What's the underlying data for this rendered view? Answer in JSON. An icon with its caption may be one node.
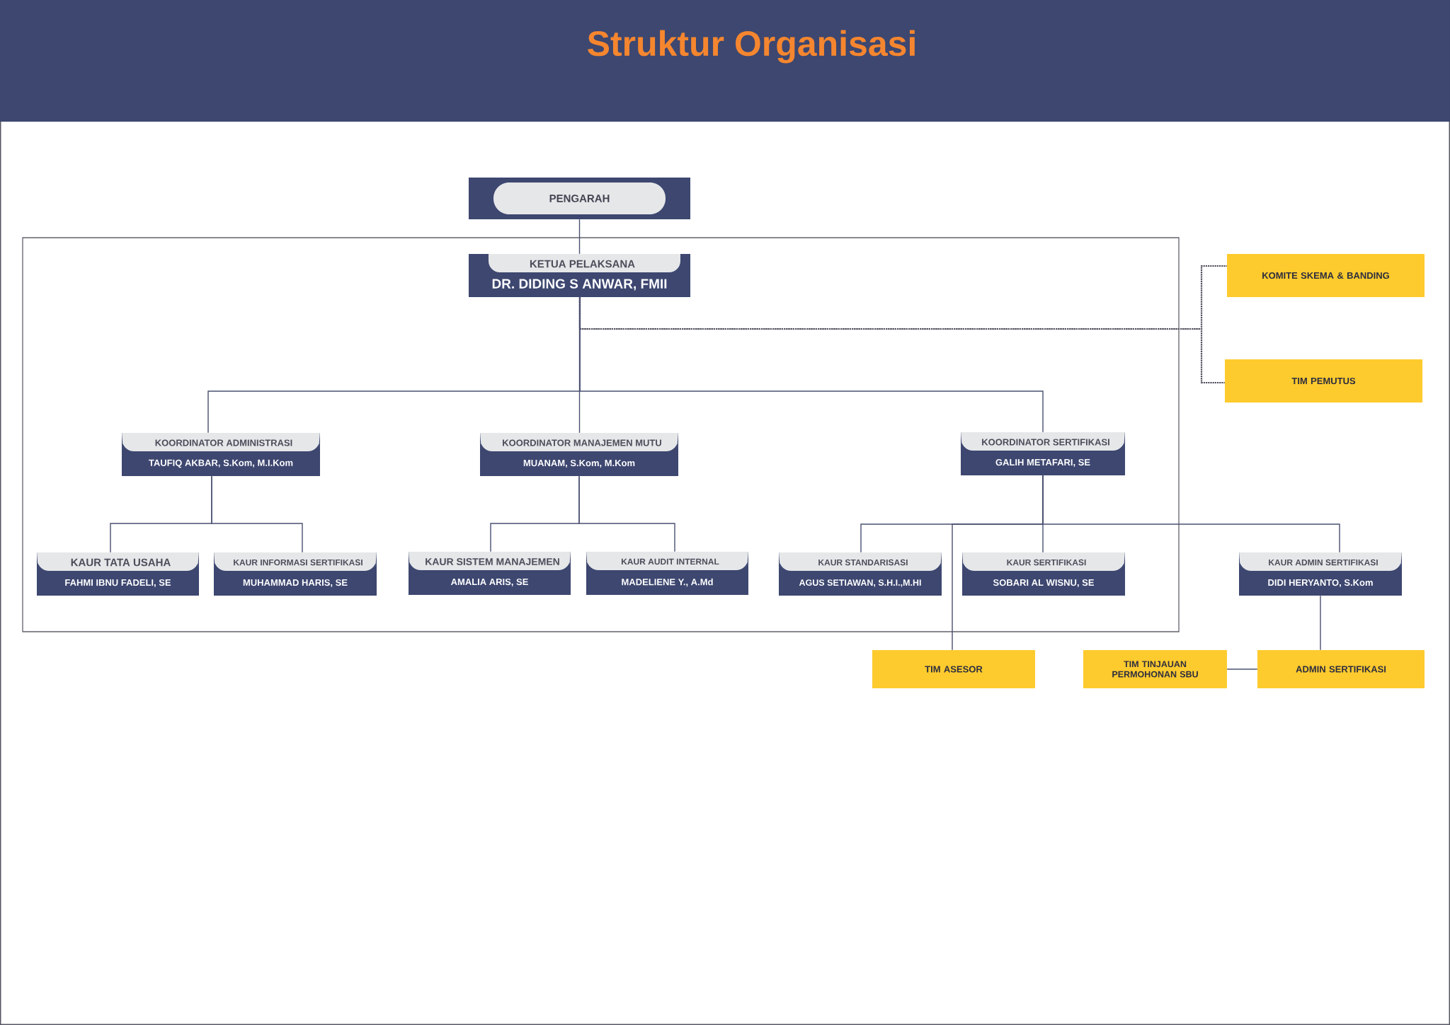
{
  "diagram": {
    "title": "Struktur Organisasi",
    "nodes": [
      {
        "text": [
          "PENGARAH"
        ]
      },
      {
        "text": [],
        "shape": "box"
      },
      {
        "text": [
          "KETUA PELAKSANA",
          "DR. DIDING S ANWAR, FMII"
        ],
        "in": 1
      },
      {
        "text": [
          "KOMITE SKEMA & BANDING"
        ]
      },
      {
        "text": [
          "TIM PEMUTUS"
        ]
      },
      {
        "text": [
          "KOORDINATOR ADMINISTRASI",
          "TAUFIQ AKBAR, S.Kom, M.I.Kom"
        ],
        "in": 1
      },
      {
        "text": [
          "KOORDINATOR MANAJEMEN MUTU",
          "MUANAM, S.Kom, M.Kom"
        ],
        "in": 1
      },
      {
        "text": [
          "KOORDINATOR SERTIFIKASI",
          "GALIH METAFARI, SE"
        ],
        "in": 1
      },
      {
        "text": [
          "KAUR TATA USAHA",
          "FAHMI IBNU FADELI, SE"
        ],
        "in": 1
      },
      {
        "text": [
          "KAUR INFORMASI SERTIFIKASI",
          "MUHAMMAD HARIS, SE"
        ],
        "in": 1
      },
      {
        "text": [
          "KAUR SISTEM MANAJEMEN",
          "AMALIA ARIS, SE"
        ],
        "in": 1
      },
      {
        "text": [
          "KAUR AUDIT INTERNAL",
          "MADELIENE Y., A.Md"
        ],
        "in": 1
      },
      {
        "text": [
          "KAUR STANDARISASI",
          "AGUS SETIAWAN, S.H.I.,M.HI"
        ],
        "in": 1
      },
      {
        "text": [
          "KAUR SERTIFIKASI",
          "SOBARI AL WISNU, SE"
        ],
        "in": 1
      },
      {
        "text": [
          "KAUR ADMIN SERTIFIKASI",
          "DIDI HERYANTO, S.Kom"
        ]
      },
      {
        "text": [
          "TIM ASESOR"
        ]
      },
      {
        "text": [
          "TIM TINJAUAN PERMOHONAN SBU"
        ]
      },
      {
        "text": [
          "ADMIN SERTIFIKASI"
        ]
      }
    ],
    "edges": [
      {
        "from": 0,
        "to": 2,
        "arrow": "none"
      },
      {
        "from": 2,
        "to": 3,
        "arrow": "none",
        "style": "dashed"
      },
      {
        "from": 2,
        "to": 4,
        "arrow": "none",
        "style": "dashed"
      },
      {
        "from": 2,
        "to": 5,
        "arrow": "none"
      },
      {
        "from": 2,
        "to": 6,
        "arrow": "none"
      },
      {
        "from": 2,
        "to": 7,
        "arrow": "none"
      },
      {
        "from": 5,
        "to": 8,
        "arrow": "none"
      },
      {
        "from": 5,
        "to": 9,
        "arrow": "none"
      },
      {
        "from": 6,
        "to": 10,
        "arrow": "none"
      },
      {
        "from": 6,
        "to": 11,
        "arrow": "none"
      },
      {
        "from": 7,
        "to": 12,
        "arrow": "none"
      },
      {
        "from": 7,
        "to": 13,
        "arrow": "none"
      },
      {
        "from": 7,
        "to": 14,
        "arrow": "none"
      },
      {
        "from": 7,
        "to": 15,
        "arrow": "none"
      },
      {
        "from": 14,
        "to": 17,
        "arrow": "none"
      },
      {
        "from": 16,
        "to": 17,
        "arrow": "none"
      }
    ]
  }
}
